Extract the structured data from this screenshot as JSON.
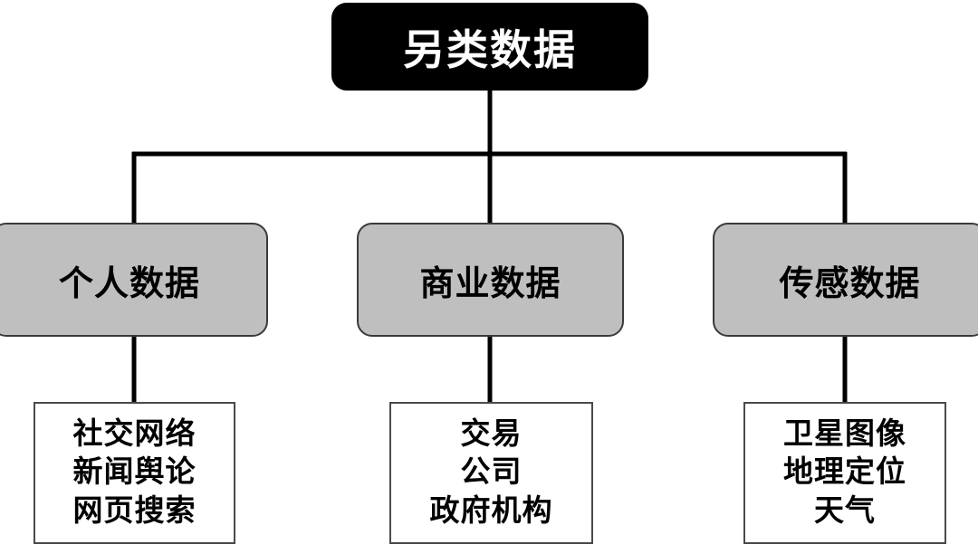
{
  "diagram": {
    "title": "另类数据",
    "type": "hierarchy-tree",
    "root": {
      "label": "另类数据",
      "style": "black-rounded-rect",
      "text_color": "#ffffff",
      "fill_color": "#000000"
    },
    "branches": [
      {
        "label": "个人数据",
        "fill_color": "#bfbfbf",
        "text_color": "#000000",
        "items": [
          "社交网络",
          "新闻舆论",
          "网页搜索"
        ]
      },
      {
        "label": "商业数据",
        "fill_color": "#bfbfbf",
        "text_color": "#000000",
        "items": [
          "交易",
          "公司",
          "政府机构"
        ]
      },
      {
        "label": "传感数据",
        "fill_color": "#bfbfbf",
        "text_color": "#000000",
        "items": [
          "卫星图像",
          "地理定位",
          "天气"
        ]
      }
    ],
    "connector_color": "#000000"
  }
}
